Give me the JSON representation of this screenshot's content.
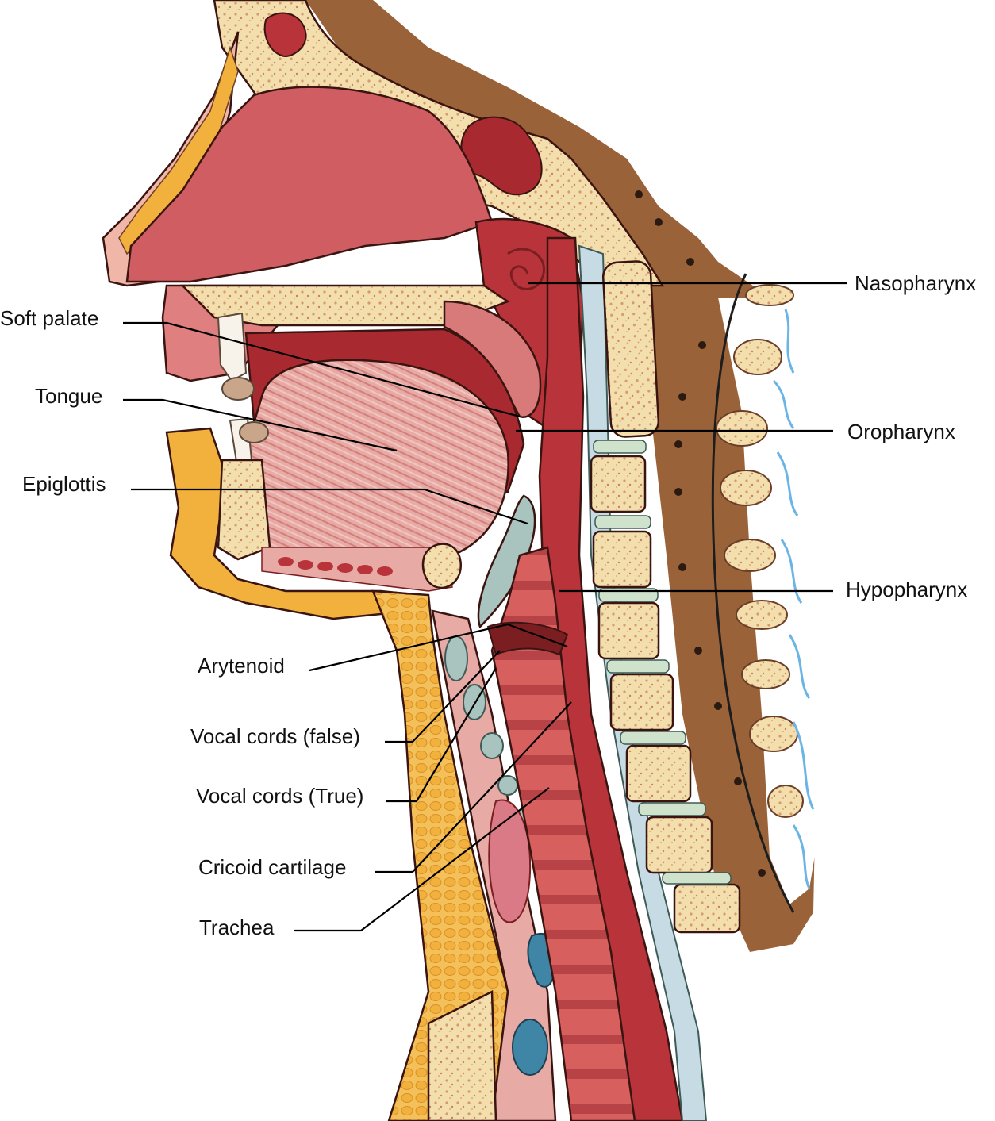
{
  "colors": {
    "bone": "#f3dfae",
    "bone_dots": "#d79a6a",
    "cavity": "#cf5d62",
    "cavity_dark": "#9d2a2f",
    "muscle": "#e8aaa4",
    "skin": "#f0b7a8",
    "fat": "#f2b13c",
    "brown_tissue": "#9a6238",
    "disc": "#cfe2cc",
    "cartilage": "#a9c3bf",
    "nerve_blue": "#6ab4e6",
    "vessel_blue": "#3f86a6"
  },
  "labels": {
    "nasopharynx": "Nasopharynx",
    "soft_palate": "Soft palate",
    "tongue": "Tongue",
    "oropharynx": "Oropharynx",
    "epiglottis": "Epiglottis",
    "hypopharynx": "Hypopharynx",
    "arytenoid": "Arytenoid",
    "vocal_cords_false": "Vocal cords (false)",
    "vocal_cords_true": "Vocal cords (True)",
    "cricoid_cartilage": "Cricoid cartilage",
    "trachea": "Trachea"
  }
}
